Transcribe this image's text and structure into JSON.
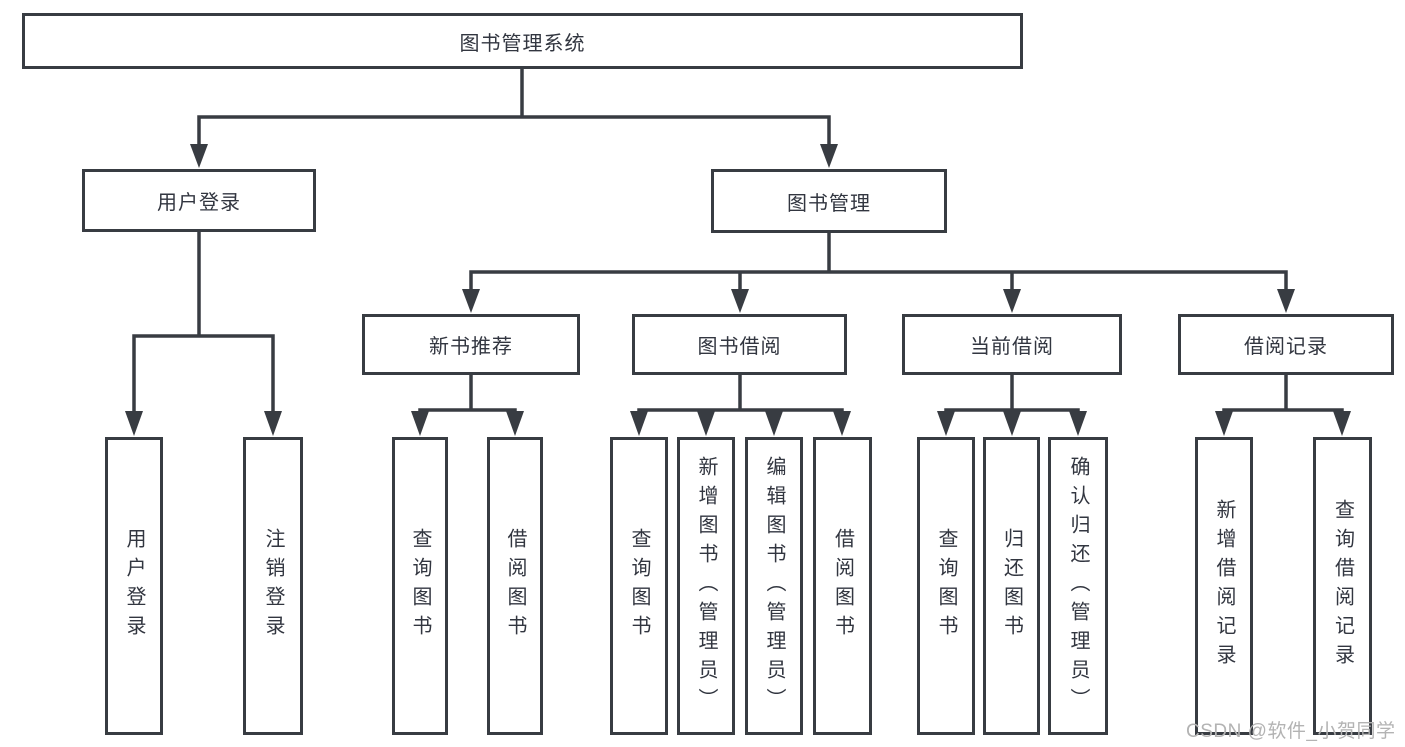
{
  "colors": {
    "line": "#383c42",
    "box_border": "#383c42",
    "box_background": "#ffffff",
    "text": "#323640",
    "watermark": "#b3b3b3"
  },
  "root": {
    "label": "图书管理系统"
  },
  "level2": {
    "user_login": "用户登录",
    "book_mgmt": "图书管理"
  },
  "level3": {
    "new_book_rec": "新书推荐",
    "book_borrow": "图书借阅",
    "current_borrow": "当前借阅",
    "borrow_record": "借阅记录"
  },
  "leaves": {
    "user_login": "用户登录",
    "logout": "注销登录",
    "rec_query_books": "查询图书",
    "rec_borrow_books": "借阅图书",
    "bb_query_books": "查询图书",
    "bb_add_books": "新增图书（管理员）",
    "bb_edit_books": "编辑图书（管理员）",
    "bb_borrow_books": "借阅图书",
    "cb_query_books": "查询图书",
    "cb_return_books": "归还图书",
    "cb_confirm_return": "确认归还（管理员）",
    "br_add_record": "新增借阅记录",
    "br_query_record": "查询借阅记录"
  },
  "watermark": {
    "text": "CSDN @软件_小贺同学"
  }
}
